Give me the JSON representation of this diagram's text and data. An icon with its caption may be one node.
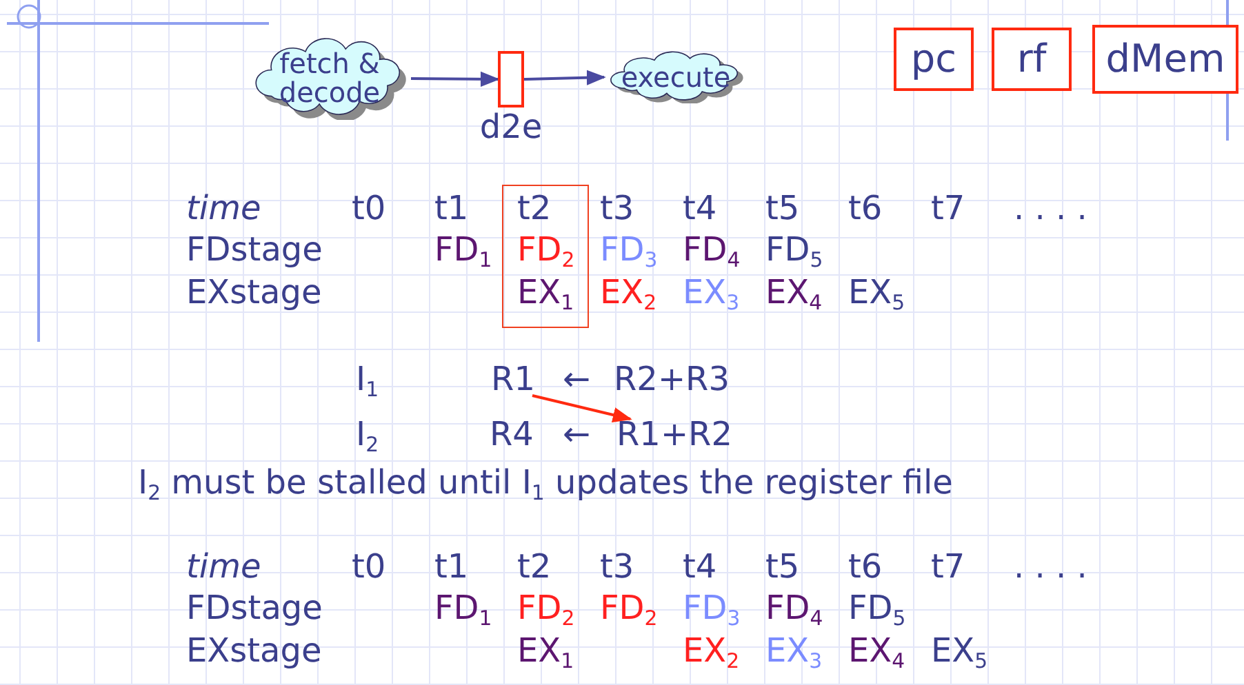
{
  "diagram": {
    "nodes": [
      {
        "text": [
          "fetch & decode"
        ]
      },
      {
        "text": [],
        "shape": "box",
        "beside": [
          "d2e"
        ]
      },
      {
        "text": [
          "execute"
        ]
      },
      {
        "text": [
          "pc"
        ]
      },
      {
        "text": [
          "rf"
        ]
      },
      {
        "text": [
          "dMem"
        ]
      },
      {
        "text": [],
        "shape": "box"
      },
      {
        "text": [
          "R1"
        ]
      },
      {
        "text": [
          "R1+R2"
        ]
      }
    ],
    "edges": [
      {
        "from": 0,
        "to": 1,
        "arrow": "to"
      },
      {
        "from": 1,
        "to": 2,
        "arrow": "to"
      },
      {
        "from": 7,
        "to": 8,
        "arrow": "to",
        "color": "#ff2a10"
      }
    ],
    "labels": [
      "time",
      "t0",
      "t1",
      "t2",
      "t3",
      "t4",
      "t5",
      "t6",
      "t7",
      ". . . .",
      "FDstage",
      "FD$_{1}$",
      "FD$_{2}$",
      "FD$_{3}$",
      "FD$_{4}$",
      "FD$_{5}$",
      "EXstage",
      "EX$_{1}$",
      "EX$_{2}$",
      "EX$_{3}$",
      "EX$_{4}$",
      "EX$_{5}$",
      "I$_{1}$",
      "←",
      "R2+R3",
      "I$_{2}$",
      "R4",
      "←",
      "I$_{2}$ must be stalled until I$_{1}$ updates the register file",
      "time",
      "t0",
      "t1",
      "t2",
      "t3",
      "t4",
      "t5",
      "t6",
      "t7",
      ". . . .",
      "FDstage",
      "FD$_{1}$",
      "FD$_{2}$",
      "FD$_{2}$",
      "FD$_{3}$",
      "FD$_{4}$",
      "FD$_{5}$",
      "EXstage",
      "EX$_{1}$",
      "EX$_{2}$",
      "EX$_{3}$",
      "EX$_{4}$",
      "EX$_{5}$"
    ]
  }
}
